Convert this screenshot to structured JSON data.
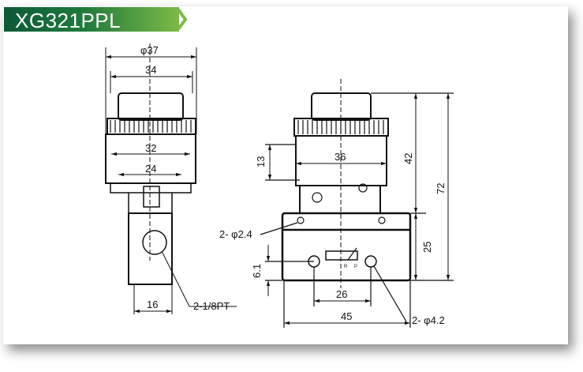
{
  "header": {
    "title": "XG321PPL",
    "accent_color": "#1f7a3c"
  },
  "front_view": {
    "dims": {
      "d37": "φ37",
      "d34": "34",
      "d32": "32",
      "d24": "24",
      "d16": "16"
    },
    "port_label": "2-1/8PT"
  },
  "side_view": {
    "dims": {
      "d36": "36",
      "d13": "13",
      "d42": "42",
      "d72": "72",
      "d25": "25",
      "d6_1": "6.1",
      "d26": "26",
      "d45": "45"
    },
    "hole_small_label": "2- φ2.4",
    "hole_large_label": "2- φ4.2",
    "port_marks": {
      "r": "R",
      "p": "P"
    }
  }
}
